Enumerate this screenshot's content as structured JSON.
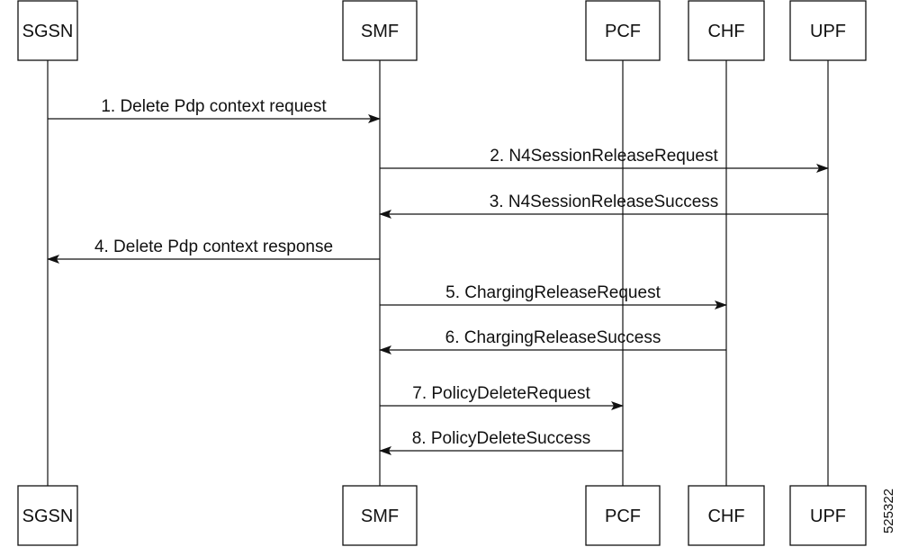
{
  "participants": [
    {
      "id": "sgsn",
      "label": "SGSN"
    },
    {
      "id": "smf",
      "label": "SMF"
    },
    {
      "id": "pcf",
      "label": "PCF"
    },
    {
      "id": "chf",
      "label": "CHF"
    },
    {
      "id": "upf",
      "label": "UPF"
    }
  ],
  "messages": [
    {
      "label": "1. Delete Pdp context request",
      "from": "sgsn",
      "to": "smf"
    },
    {
      "label": "2. N4SessionReleaseRequest",
      "from": "smf",
      "to": "upf"
    },
    {
      "label": "3. N4SessionReleaseSuccess",
      "from": "upf",
      "to": "smf"
    },
    {
      "label": "4. Delete Pdp context response",
      "from": "smf",
      "to": "sgsn"
    },
    {
      "label": "5. ChargingReleaseRequest",
      "from": "smf",
      "to": "chf"
    },
    {
      "label": "6. ChargingReleaseSuccess",
      "from": "chf",
      "to": "smf"
    },
    {
      "label": "7. PolicyDeleteRequest",
      "from": "smf",
      "to": "pcf"
    },
    {
      "label": "8. PolicyDeleteSuccess",
      "from": "pcf",
      "to": "smf"
    }
  ],
  "figure_id": "525322",
  "colors": {
    "line": "#111111",
    "box_fill": "#ffffff",
    "text": "#111111"
  }
}
